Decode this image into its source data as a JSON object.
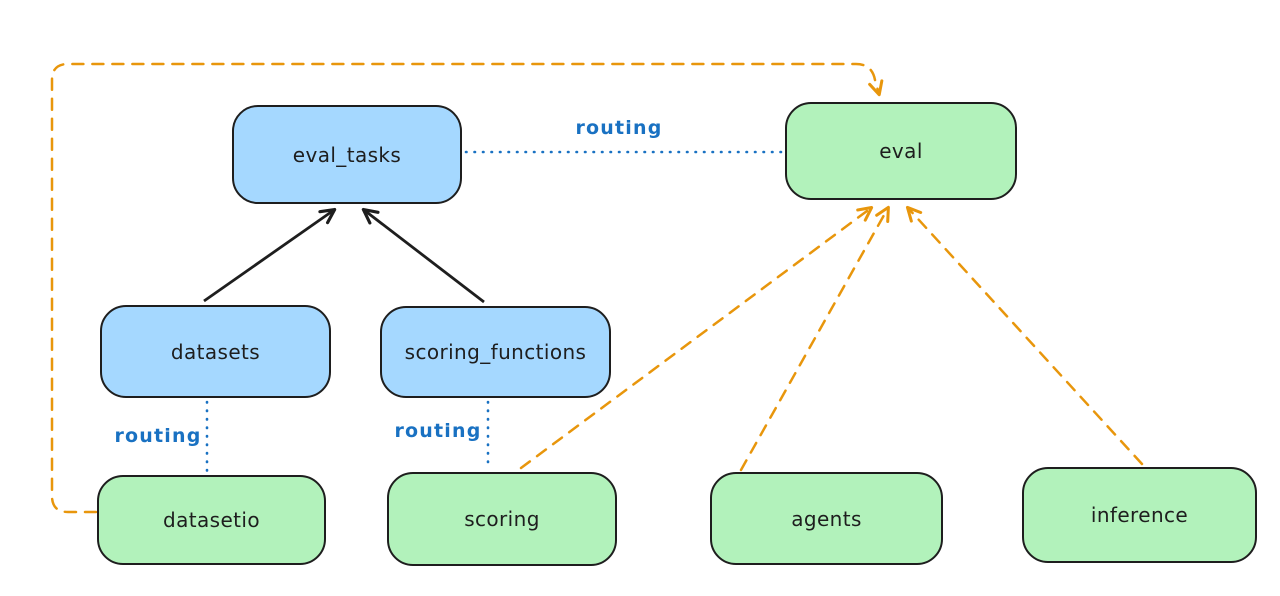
{
  "diagram": {
    "kind": "architecture-flow",
    "background": "#ffffff"
  },
  "nodes": {
    "eval_tasks": {
      "label": "eval_tasks",
      "fill": "blue"
    },
    "eval": {
      "label": "eval",
      "fill": "green"
    },
    "datasets": {
      "label": "datasets",
      "fill": "blue"
    },
    "scoring_functions": {
      "label": "scoring_functions",
      "fill": "blue"
    },
    "datasetio": {
      "label": "datasetio",
      "fill": "green"
    },
    "scoring": {
      "label": "scoring",
      "fill": "green"
    },
    "agents": {
      "label": "agents",
      "fill": "green"
    },
    "inference": {
      "label": "inference",
      "fill": "green"
    }
  },
  "edge_labels": {
    "routing_top": {
      "text": "routing"
    },
    "routing_datasets": {
      "text": "routing"
    },
    "routing_scoring": {
      "text": "routing"
    }
  },
  "edges": [
    {
      "from": "datasets",
      "to": "eval_tasks",
      "style": "solid-black-arrow"
    },
    {
      "from": "scoring_functions",
      "to": "eval_tasks",
      "style": "solid-black-arrow"
    },
    {
      "from": "eval_tasks",
      "to": "eval",
      "style": "dotted-blue",
      "label": "routing"
    },
    {
      "from": "datasets",
      "to": "datasetio",
      "style": "dotted-blue",
      "label": "routing"
    },
    {
      "from": "scoring_functions",
      "to": "scoring",
      "style": "dotted-blue",
      "label": "routing"
    },
    {
      "from": "datasetio",
      "to": "eval",
      "style": "dashed-orange-arrow"
    },
    {
      "from": "scoring",
      "to": "eval",
      "style": "dashed-orange-arrow"
    },
    {
      "from": "agents",
      "to": "eval",
      "style": "dashed-orange-arrow"
    },
    {
      "from": "inference",
      "to": "eval",
      "style": "dashed-orange-arrow"
    }
  ],
  "colors": {
    "node_blue_fill": "#a5d8ff",
    "node_green_fill": "#b2f2bb",
    "node_stroke": "#1e1e1e",
    "routing_text": "#1971c2",
    "dotted_line": "#1971c2",
    "dashed_line": "#e8960c",
    "solid_arrow": "#1e1e1e"
  }
}
